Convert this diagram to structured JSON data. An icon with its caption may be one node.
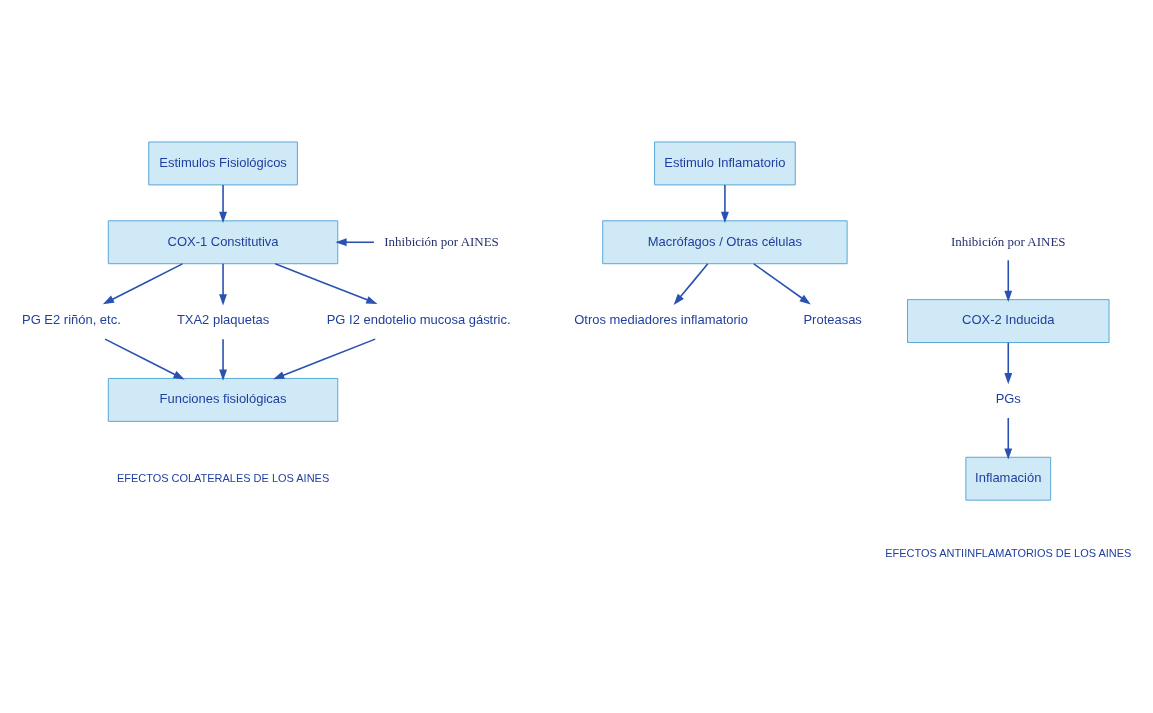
{
  "diagram": {
    "nodes": [
      {
        "text": [
          "Estimulos Fisiológicos"
        ]
      },
      {
        "text": [
          "Inhibición por AINES"
        ]
      },
      {
        "text": [
          "COX-1 Constitutiva"
        ]
      },
      {
        "text": [
          "TXA2 plaquetas"
        ]
      },
      {
        "text": [
          "PG I2 endotelio mucosa gástric."
        ]
      },
      {
        "text": [
          "PG E2 riñón, etc."
        ]
      },
      {
        "text": [
          "Funciones fisiológicas"
        ]
      },
      {
        "text": [
          "Estimulo Inflamatorio"
        ]
      },
      {
        "text": [
          "Macrófagos / Otras células"
        ]
      },
      {
        "text": [
          "COX-2 Inducida"
        ]
      },
      {
        "text": [
          "Inhibición por AINES"
        ]
      },
      {
        "text": [
          "Proteasas"
        ]
      },
      {
        "text": [
          "PGs"
        ]
      },
      {
        "text": [
          "Otros mediadores inflamatorio"
        ]
      },
      {
        "text": [
          "Inflamación"
        ]
      }
    ],
    "edges": [
      {
        "from": 0,
        "to": 2,
        "arrow": "to"
      },
      {
        "from": 1,
        "to": 2,
        "arrow": "to"
      },
      {
        "from": 2,
        "to": 3,
        "arrow": "to"
      },
      {
        "from": 2,
        "to": 4,
        "arrow": "to"
      },
      {
        "from": 2,
        "to": 5,
        "arrow": "to"
      },
      {
        "from": 3,
        "to": 6,
        "arrow": "to"
      },
      {
        "from": 4,
        "to": 6,
        "arrow": "to"
      },
      {
        "from": 5,
        "to": 6,
        "arrow": "to"
      },
      {
        "from": 7,
        "to": 8,
        "arrow": "to"
      },
      {
        "from": 8,
        "to": 11,
        "arrow": "to"
      },
      {
        "from": 8,
        "to": 13,
        "arrow": "to"
      },
      {
        "from": 10,
        "to": 9,
        "arrow": "to"
      },
      {
        "from": 9,
        "to": 12,
        "arrow": "to"
      },
      {
        "from": 12,
        "to": 14,
        "arrow": "to"
      }
    ],
    "labels": [
      "EFECTOS COLATERALES DE LOS AINES",
      "EFECTOS ANTIINFLAMATORIOS DE LOS AINES"
    ]
  }
}
